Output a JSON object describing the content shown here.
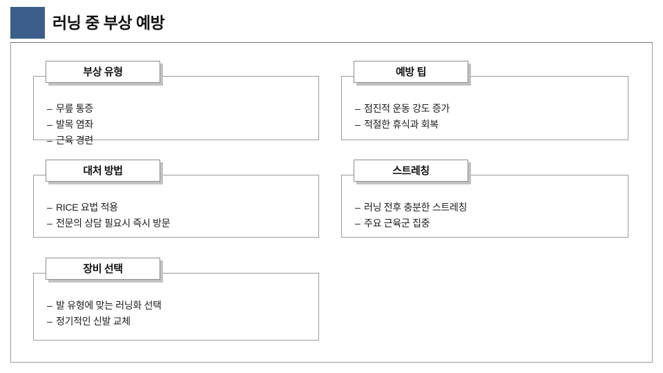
{
  "slide": {
    "title": "러닝 중 부상 예방",
    "accent_color": "#3b5f8a",
    "border_color": "#9a9a9a",
    "background_color": "#ffffff",
    "bullet_marker": "–",
    "cards": [
      {
        "header": "부상 유형",
        "bullets": [
          "무릎 통증",
          "발목 염좌",
          "근육 경련"
        ]
      },
      {
        "header": "예방 팁",
        "bullets": [
          "점진적 운동 강도 증가",
          "적절한 휴식과 회복"
        ]
      },
      {
        "header": "대처 방법",
        "bullets": [
          "RICE 요법 적용",
          "전문의 상담 필요시 즉시 방문"
        ]
      },
      {
        "header": "스트레칭",
        "bullets": [
          "러닝 전후 충분한 스트레칭",
          "주요 근육군 집중"
        ]
      },
      {
        "header": "장비 선택",
        "bullets": [
          "발 유형에 맞는 러닝화 선택",
          "정기적인 신발 교체"
        ]
      }
    ]
  }
}
